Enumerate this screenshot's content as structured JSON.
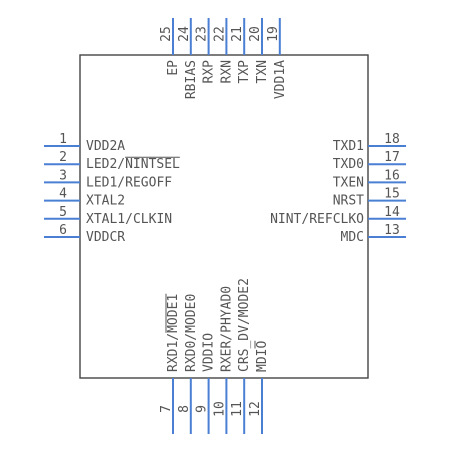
{
  "component": {
    "left_pins": [
      {
        "num": "1",
        "name": "VDD2A",
        "inverted": ""
      },
      {
        "num": "2",
        "name": "LED2/",
        "inverted": "NINTSEL"
      },
      {
        "num": "3",
        "name": "LED1/REGOFF",
        "inverted": ""
      },
      {
        "num": "4",
        "name": "XTAL2",
        "inverted": ""
      },
      {
        "num": "5",
        "name": "XTAL1/CLKIN",
        "inverted": ""
      },
      {
        "num": "6",
        "name": "VDDCR",
        "inverted": ""
      }
    ],
    "right_pins": [
      {
        "num": "18",
        "name": "TXD1"
      },
      {
        "num": "17",
        "name": "TXD0"
      },
      {
        "num": "16",
        "name": "TXEN"
      },
      {
        "num": "15",
        "name": "NRST"
      },
      {
        "num": "14",
        "name": "NINT/REFCLKO"
      },
      {
        "num": "13",
        "name": "MDC"
      }
    ],
    "top_pins": [
      {
        "num": "25",
        "name": "EP"
      },
      {
        "num": "24",
        "name": "RBIAS"
      },
      {
        "num": "23",
        "name": "RXP"
      },
      {
        "num": "22",
        "name": "RXN"
      },
      {
        "num": "21",
        "name": "TXP"
      },
      {
        "num": "20",
        "name": "TXN"
      },
      {
        "num": "19",
        "name": "VDD1A"
      }
    ],
    "bottom_pins": [
      {
        "num": "7",
        "prefix": "RXD1/",
        "inverted": "MODE1",
        "suffix": ""
      },
      {
        "num": "8",
        "prefix": "RXD0/MODE0",
        "inverted": "",
        "suffix": ""
      },
      {
        "num": "9",
        "prefix": "VDDIO",
        "inverted": "",
        "suffix": ""
      },
      {
        "num": "10",
        "prefix": "RXER/PHYAD0",
        "inverted": "",
        "suffix": ""
      },
      {
        "num": "11",
        "prefix": "CRS_DV/MODE2",
        "inverted": "",
        "suffix": ""
      },
      {
        "num": "12",
        "prefix": "MDI",
        "inverted": "O",
        "suffix": ""
      }
    ]
  },
  "colors": {
    "pin": "#4a7fd4",
    "outline": "#444444",
    "text": "#555555"
  }
}
